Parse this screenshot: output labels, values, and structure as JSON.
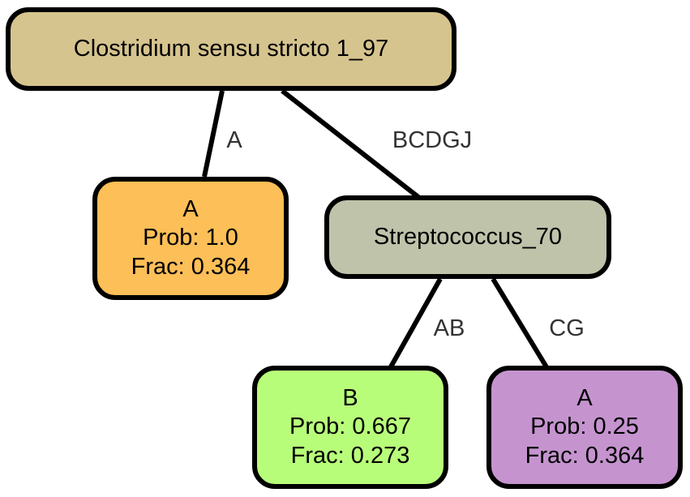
{
  "colors": {
    "root": "#d6c48e",
    "internal": "#bec3aa",
    "leaf_a1": "#fdbf57",
    "leaf_b": "#b8fd7a",
    "leaf_a2": "#c594cf",
    "edge": "#000000",
    "edge_label": "#333333"
  },
  "tree": {
    "root": {
      "label": "Clostridium sensu stricto 1_97"
    },
    "internal": {
      "label": "Streptococcus_70"
    },
    "leaves": [
      {
        "class": "A",
        "prob": "Prob: 1.0",
        "frac": "Frac: 0.364"
      },
      {
        "class": "B",
        "prob": "Prob: 0.667",
        "frac": "Frac: 0.273"
      },
      {
        "class": "A",
        "prob": "Prob: 0.25",
        "frac": "Frac: 0.364"
      }
    ],
    "edges": [
      {
        "from": "Clostridium sensu stricto 1_97",
        "to": "A (Prob: 1.0)",
        "label": "A"
      },
      {
        "from": "Clostridium sensu stricto 1_97",
        "to": "Streptococcus_70",
        "label": "BCDGJ"
      },
      {
        "from": "Streptococcus_70",
        "to": "B (Prob: 0.667)",
        "label": "AB"
      },
      {
        "from": "Streptococcus_70",
        "to": "A (Prob: 0.25)",
        "label": "CG"
      }
    ]
  }
}
